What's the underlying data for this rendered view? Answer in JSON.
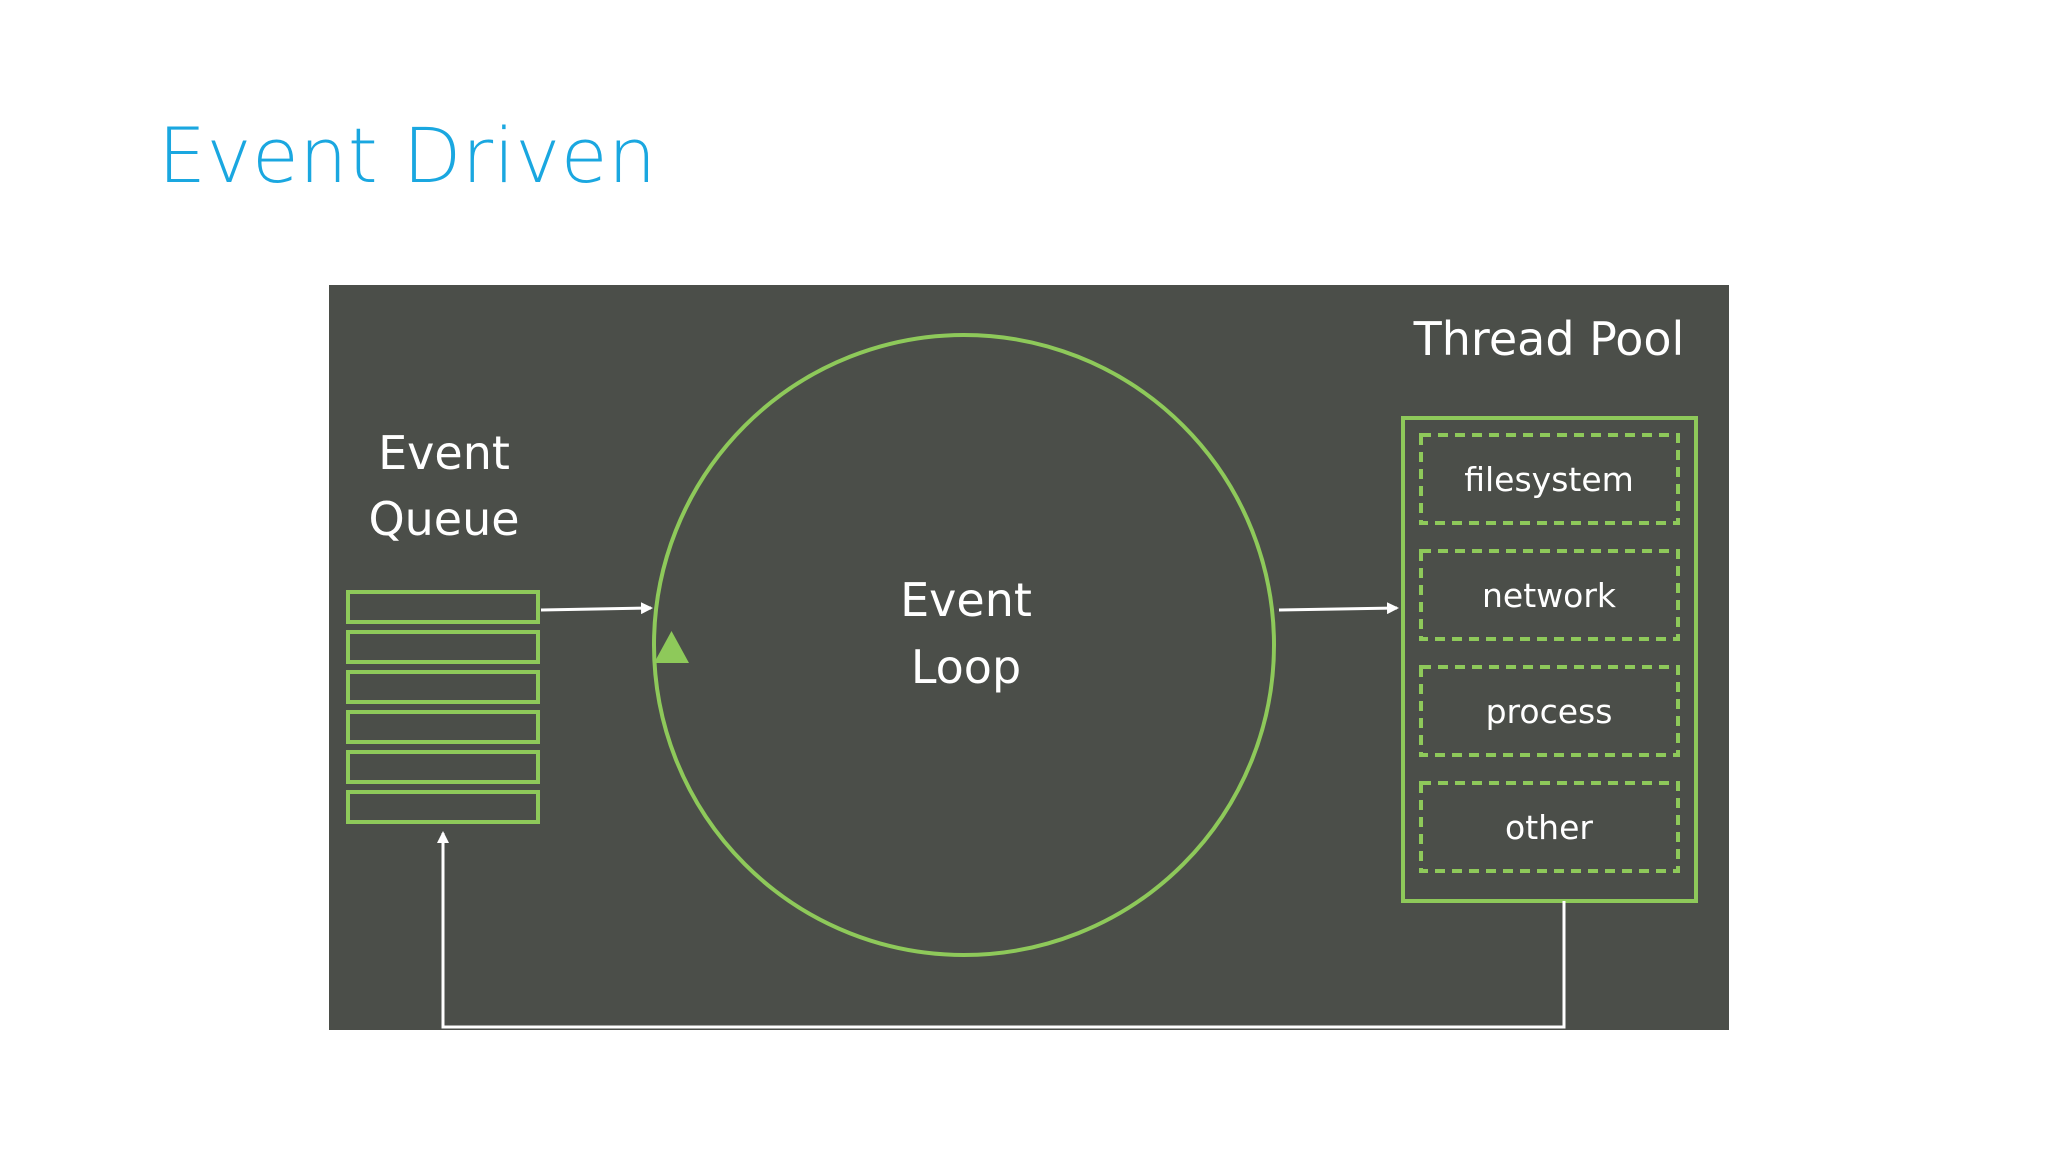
{
  "slide": {
    "title": "Event Driven"
  },
  "diagram": {
    "event_queue": {
      "label_line1": "Event",
      "label_line2": "Queue",
      "slot_count": 6
    },
    "event_loop": {
      "label_line1": "Event",
      "label_line2": "Loop"
    },
    "thread_pool": {
      "label": "Thread Pool",
      "workers": [
        "filesystem",
        "network",
        "process",
        "other"
      ]
    },
    "colors": {
      "background": "#4b4e49",
      "accent_green": "#8ec95a",
      "line_white": "#ffffff",
      "title_blue": "#1aa7e0"
    }
  }
}
